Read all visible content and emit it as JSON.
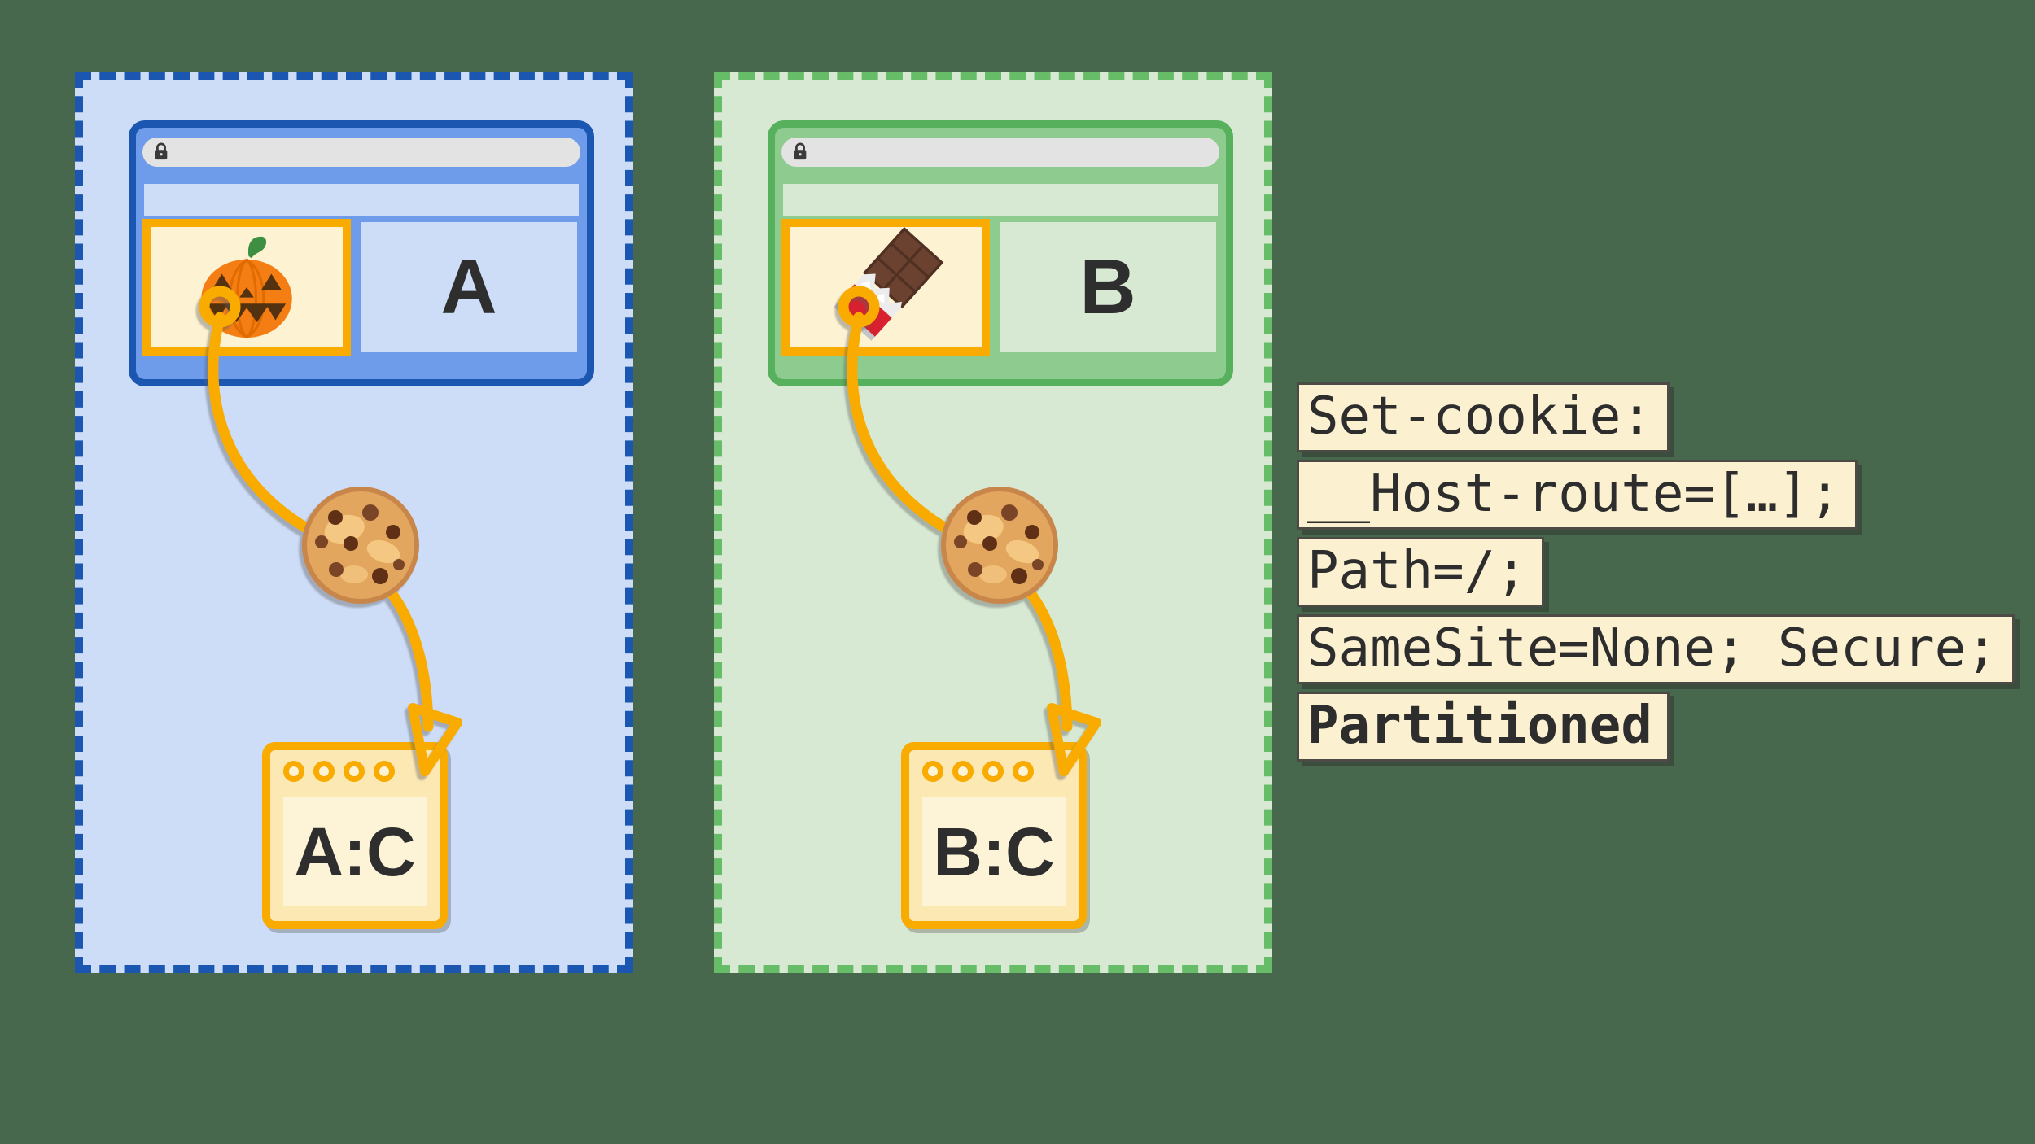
{
  "background_color": "#47684C",
  "panels": [
    {
      "site_label": "A",
      "jar_label": "A:C",
      "iframe_icon": "pumpkin-icon",
      "accent_color": "#1B57B1",
      "panel_fill": "#CDDDF8",
      "browser_fill": "#6F9CEA"
    },
    {
      "site_label": "B",
      "jar_label": "B:C",
      "iframe_icon": "chocolate-bar-icon",
      "accent_color": "#57B05B",
      "panel_fill": "#D7E9D3",
      "browser_fill": "#8ECB8E"
    }
  ],
  "shared": {
    "lock_icon": "lock-icon",
    "cookie_icon": "cookie-icon",
    "arrow_icon": "cookie-flow-arrow",
    "arrow_color": "#F9AB00",
    "iframe_fill": "#FDF3D2",
    "jar_fill": "#FCE8B3",
    "code_fill": "#FBF0CF"
  },
  "code_block": {
    "lines": [
      {
        "text": "Set-cookie:",
        "bold": false
      },
      {
        "text": "__Host-route=[…];",
        "bold": false
      },
      {
        "text": "Path=/;",
        "bold": false
      },
      {
        "text": "SameSite=None; Secure;",
        "bold": false
      },
      {
        "text": "Partitioned",
        "bold": true
      }
    ]
  }
}
